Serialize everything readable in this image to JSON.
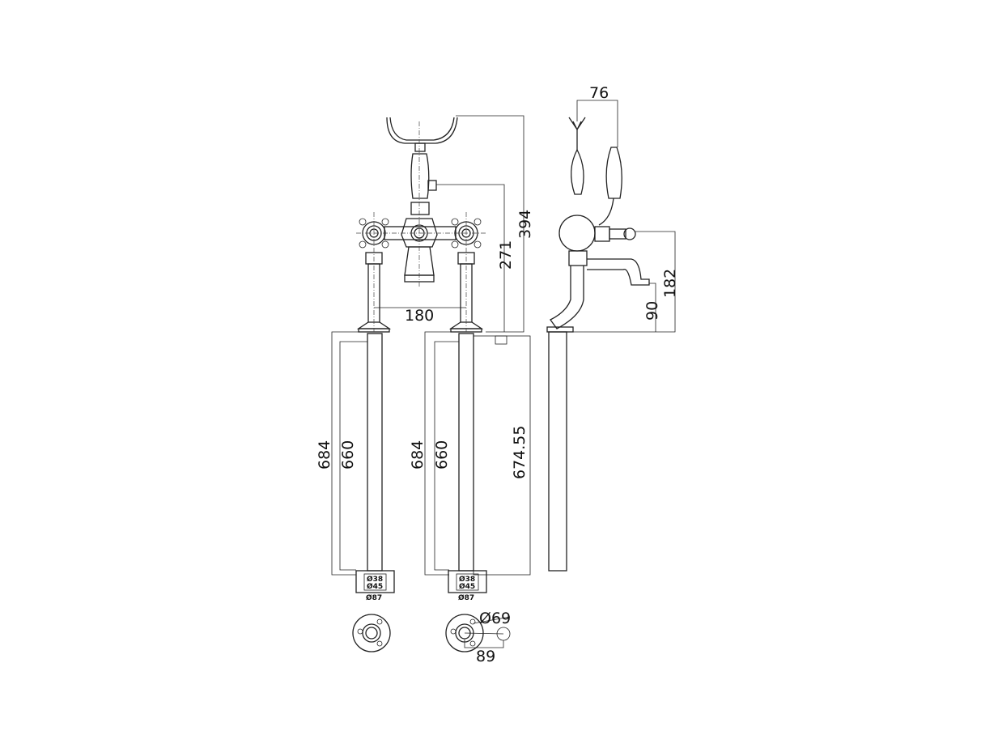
{
  "drawing": {
    "front_view": {
      "dim_height_total": "394",
      "dim_height_outlet": "271",
      "dim_centres": "180"
    },
    "side_view": {
      "dim_handle_offset": "76",
      "dim_height_valve": "182",
      "dim_spout_height": "90"
    },
    "legs": {
      "left": {
        "dim_outer": "684",
        "dim_inner": "660",
        "dia_inner": "Ø38",
        "dia_outer": "Ø45",
        "dia_base": "Ø87"
      },
      "right": {
        "dim_outer": "684",
        "dim_inner": "660",
        "dim_overall": "674.55",
        "dia_inner": "Ø38",
        "dia_outer": "Ø45",
        "dia_base": "Ø87"
      }
    },
    "floor_plate": {
      "dia": "Ø69",
      "fixing_span": "89"
    }
  }
}
